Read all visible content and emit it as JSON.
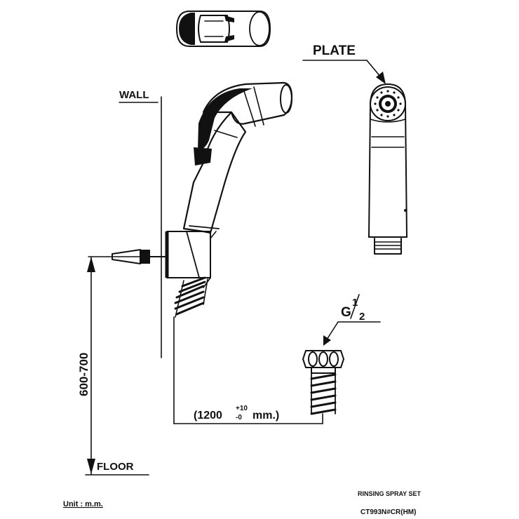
{
  "labels": {
    "plate": "PLATE",
    "wall": "WALL",
    "height_range": "600-700",
    "floor": "FLOOR",
    "thread_g": "G",
    "thread_num": "1",
    "thread_den": "2",
    "hose_length_open": "(1200",
    "hose_tol_plus": "+10",
    "hose_tol_minus": "-0",
    "hose_length_unit": "mm.)"
  },
  "footer": {
    "unit": "Unit : m.m.",
    "product_name": "RINSING SPRAY SET",
    "model": "CT993N#CR(HM)"
  }
}
